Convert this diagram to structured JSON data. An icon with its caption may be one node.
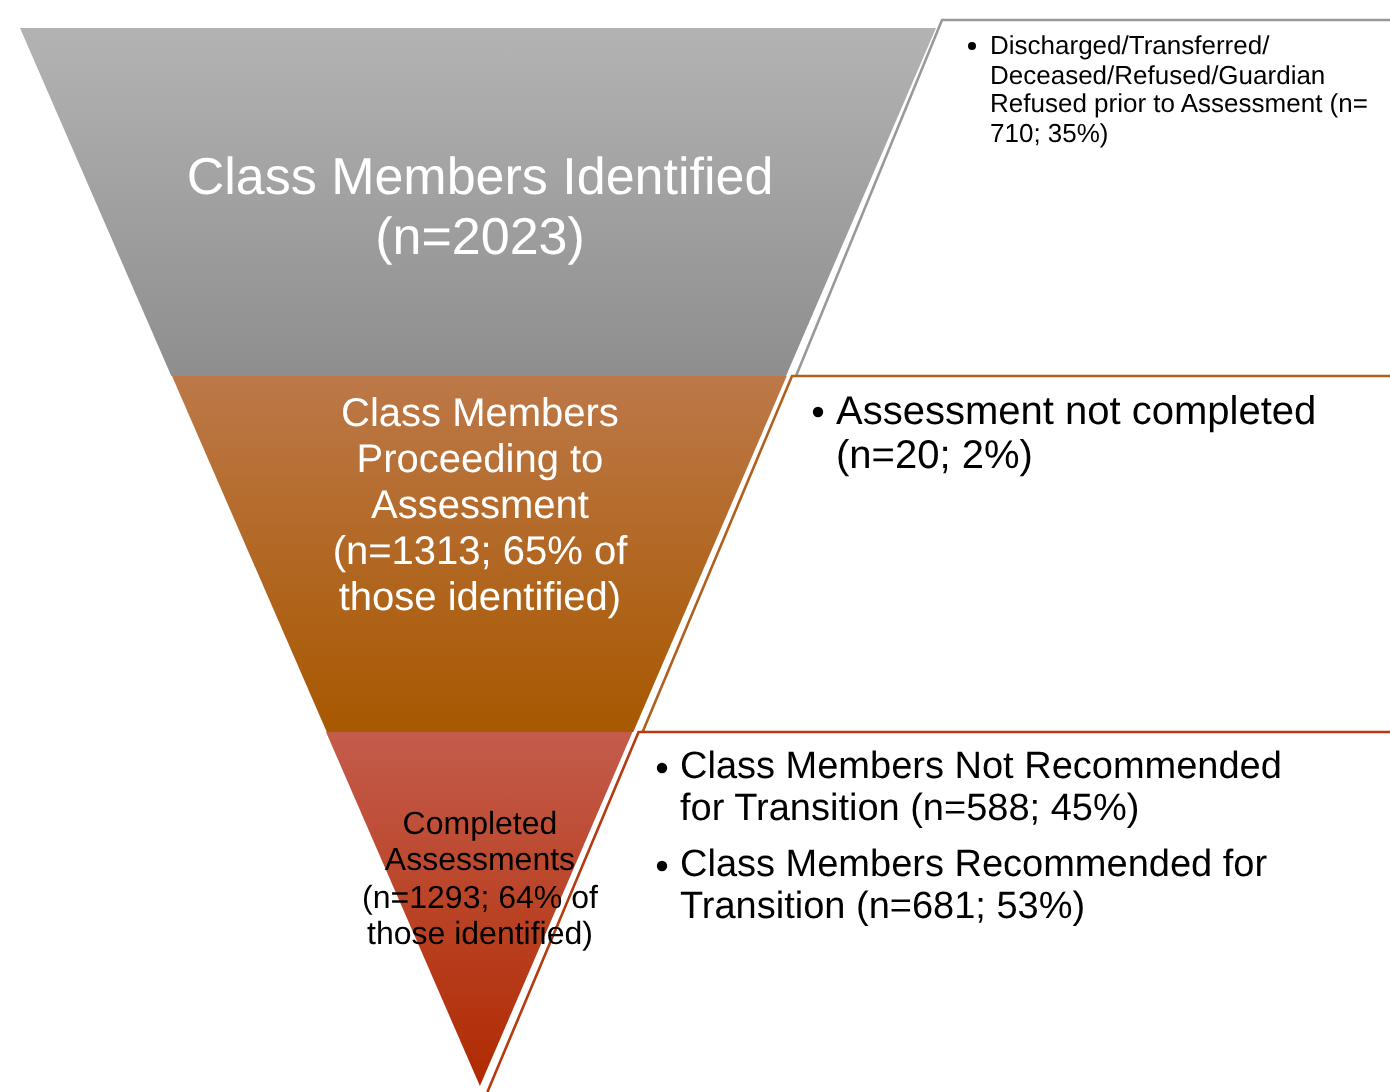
{
  "diagram": {
    "nodes": [
      {
        "text": [
          "Class Members Identified (n=2023)"
        ]
      },
      {
        "text": [
          "Class Members Proceeding to Assessment (n=1313; 65% of those identified)"
        ]
      },
      {
        "text": [
          "Completed Assessments (n=1293; 64% of those identified)"
        ]
      }
    ],
    "labels": [
      "Discharged/Transferred/ Deceased/Refused/Guardian Refused prior to Assessment (n= 710; 35%)",
      "Assessment not completed (n=20; 2%)",
      "Class Members Not Recommended for Transition (n=588; 45%)",
      "Class Members Recommended for Transition (n=681; 53%)"
    ]
  }
}
